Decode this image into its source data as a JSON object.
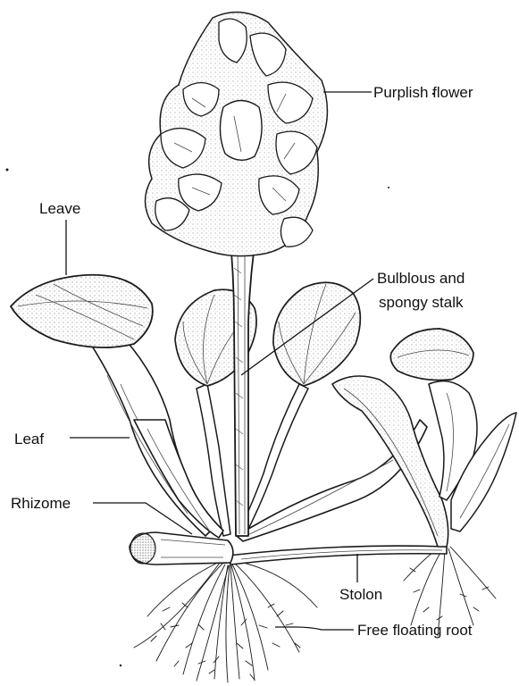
{
  "labels": {
    "purplish_flower": "Purplish flower",
    "leave": "Leave",
    "bulbous_line1": "Bulblous and",
    "bulbous_line2": "spongy stalk",
    "leaf": "Leaf",
    "rhizome": "Rhizome",
    "stolon": "Stolon",
    "free_floating_root": "Free floating root"
  },
  "colors": {
    "ink": "#1a1a1a",
    "background": "#ffffff"
  }
}
